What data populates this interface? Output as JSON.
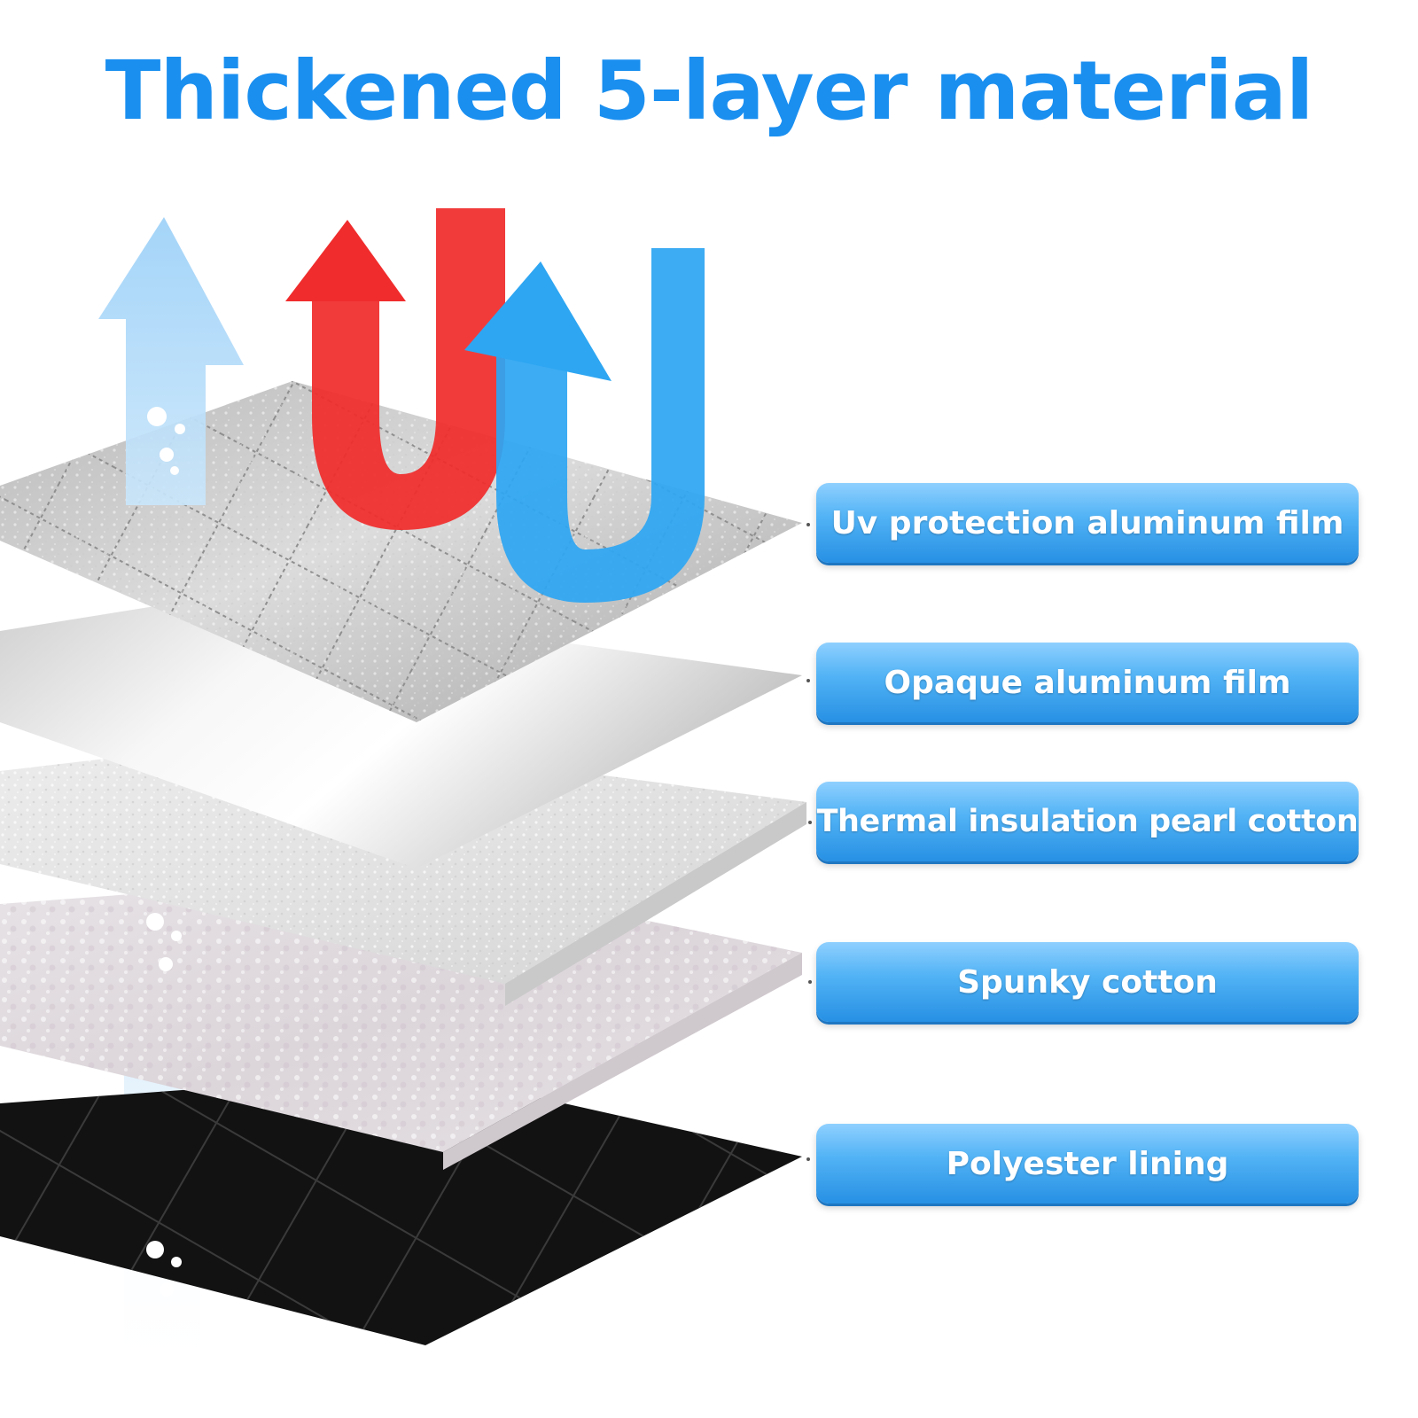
{
  "title": "Thickened 5-layer material",
  "layers": [
    {
      "label": "Uv protection aluminum film"
    },
    {
      "label": "Opaque aluminum film"
    },
    {
      "label": "Thermal insulation pearl cotton"
    },
    {
      "label": "Spunky cotton"
    },
    {
      "label": "Polyester lining"
    }
  ],
  "colors": {
    "title": "#1a8ff0",
    "label_background": "#3aa3ee",
    "hot_arrow": "#ee2a2a",
    "cold_arrow": "#2ea6f2",
    "vapor_arrow": "#bfe0fa"
  },
  "icons": [
    "vapor-up-arrow-icon",
    "hot-u-turn-arrow-icon",
    "cold-u-turn-arrow-icon"
  ]
}
